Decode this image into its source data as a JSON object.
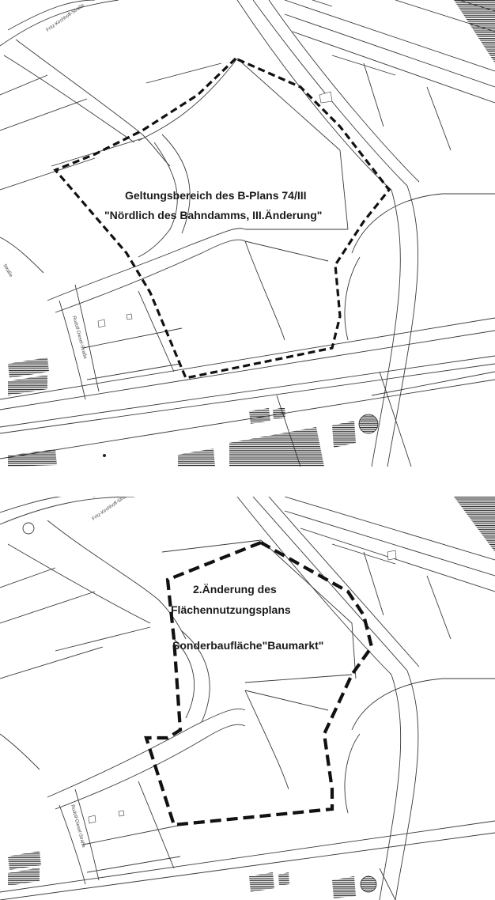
{
  "maps": {
    "top": {
      "label_line1": "Geltungsbereich des B-Plans 74/III",
      "label_line2": "\"Nördlich des Bahndamms, III.Änderung\"",
      "street_1": "Fritz-Kirchhoff-Straße",
      "street_2": "Rudolf-Diesel-Straße",
      "street_3": "Straße"
    },
    "bottom": {
      "label_line1": "2.Änderung des",
      "label_line2": "Flächennutzungsplans",
      "label_line3": "Sonderbaufläche\"Baumarkt\"",
      "street_1": "Fritz-Kirchhoff-Straße",
      "street_2": "Rudolf-Diesel-Straße"
    }
  },
  "colors": {
    "line": "#3a3a3a",
    "boundary": "#111111",
    "hatch": "#222222"
  }
}
